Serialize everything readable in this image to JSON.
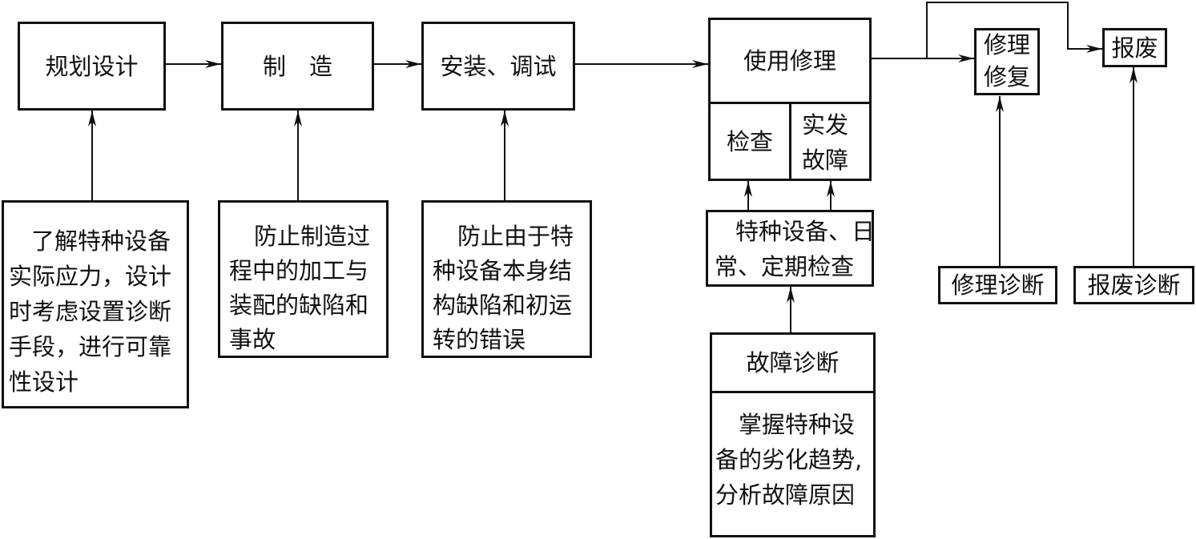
{
  "nodes": {
    "planning": "规划设计",
    "manufacture": "制　造",
    "install": "安装、调试",
    "use_repair": "使用修理",
    "inspect": "检查",
    "sudden_fault": "实发故障",
    "repair_restore": "修理修复",
    "scrap": "报废",
    "routine_check": "特种设备、日常、定期检查",
    "fault_diag": "故障诊断",
    "repair_diag": "修理诊断",
    "scrap_diag": "报废诊断"
  },
  "notes": {
    "planning": "了解特种设备实际应力，设计时考虑设置诊断手段，进行可靠性设计",
    "manufacture": "防止制造过程中的加工与装配的缺陷和事故",
    "install": "防止由于特种设备本身结构缺陷和初运转的错误",
    "fault_diag": "掌握特种设备的劣化趋势，分析故障原因"
  },
  "lines": {
    "planning_note": [
      "了解特种设备",
      "实际应力，设计",
      "时考虑设置诊断",
      "手段，进行可靠",
      "性设计"
    ],
    "manufacture_note": [
      "防止制造过",
      "程中的加工与",
      "装配的缺陷和",
      "事故"
    ],
    "install_note": [
      "防止由于特",
      "种设备本身结",
      "构缺陷和初运",
      "转的错误"
    ],
    "fault_note": [
      "掌握特种设",
      "备的劣化趋势,",
      "分析故障原因"
    ],
    "sudden_fault": [
      "实发",
      "故障"
    ],
    "repair_restore": [
      "修理",
      "修复"
    ],
    "routine_check": [
      "特种设备、日",
      "常、定期检查"
    ]
  }
}
